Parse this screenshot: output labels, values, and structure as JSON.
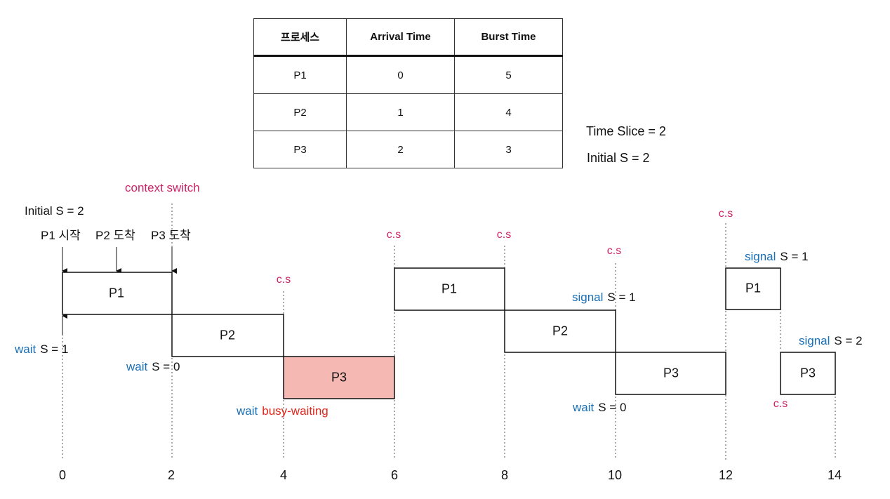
{
  "table": {
    "headers": [
      "프로세스",
      "Arrival Time",
      "Burst Time"
    ],
    "rows": [
      [
        "P1",
        "0",
        "5"
      ],
      [
        "P2",
        "1",
        "4"
      ],
      [
        "P3",
        "2",
        "3"
      ]
    ]
  },
  "side_notes": {
    "time_slice": "Time Slice = 2",
    "initial_s": "Initial S = 2"
  },
  "colors": {
    "keyword": "#1a6fb5",
    "context_switch": "#cc2266",
    "busy": "#e0271c",
    "busy_fill": "#f6b8b3",
    "line": "#111111"
  },
  "timeline": {
    "ticks": [
      "0",
      "2",
      "4",
      "6",
      "8",
      "10",
      "12",
      "14"
    ],
    "initial_s": "Initial S = 2",
    "context_switch_label": "context switch",
    "arrival_events": [
      "P1 시작",
      "P2 도착",
      "P3 도착"
    ],
    "cs_short": "c.s",
    "boxes": [
      {
        "label": "P1",
        "start": 0,
        "end": 2,
        "busy": false
      },
      {
        "label": "P2",
        "start": 2,
        "end": 4,
        "busy": false
      },
      {
        "label": "P3",
        "start": 4,
        "end": 6,
        "busy": true
      },
      {
        "label": "P1",
        "start": 6,
        "end": 8,
        "busy": false
      },
      {
        "label": "P2",
        "start": 8,
        "end": 10,
        "busy": false
      },
      {
        "label": "P3",
        "start": 10,
        "end": 12,
        "busy": false
      },
      {
        "label": "P1",
        "start": 12,
        "end": 13,
        "busy": false
      },
      {
        "label": "P3",
        "start": 13,
        "end": 14,
        "busy": false
      }
    ],
    "ops": [
      {
        "keyword": "wait",
        "value": "S = 1"
      },
      {
        "keyword": "wait",
        "value": "S = 0"
      },
      {
        "keyword": "wait",
        "value": "busy-waiting"
      },
      {
        "keyword": "signal",
        "value": "S = 1"
      },
      {
        "keyword": "wait",
        "value": "S = 0"
      },
      {
        "keyword": "signal",
        "value": "S = 1"
      },
      {
        "keyword": "signal",
        "value": "S = 2"
      }
    ]
  }
}
